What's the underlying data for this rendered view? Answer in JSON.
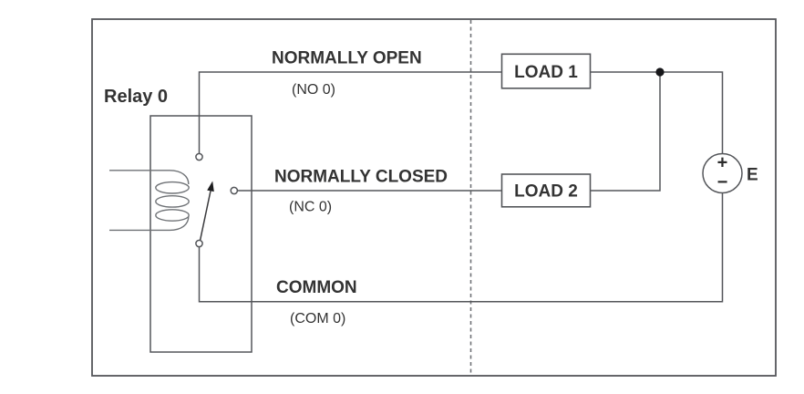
{
  "diagram": {
    "relay": {
      "label": "Relay 0",
      "contacts": {
        "no": {
          "label": "NORMALLY OPEN",
          "sublabel": "(NO 0)"
        },
        "nc": {
          "label": "NORMALLY CLOSED",
          "sublabel": "(NC 0)"
        },
        "com": {
          "label": "COMMON",
          "sublabel": "(COM 0)"
        }
      }
    },
    "loads": [
      {
        "label": "LOAD 1"
      },
      {
        "label": "LOAD 2"
      }
    ],
    "source": {
      "label": "E",
      "plus_sign": "+",
      "minus_sign": "−"
    },
    "colors": {
      "background": "#ffffff",
      "wire": "#54565a",
      "text": "#333333",
      "junction_dot": "#17171a"
    }
  }
}
